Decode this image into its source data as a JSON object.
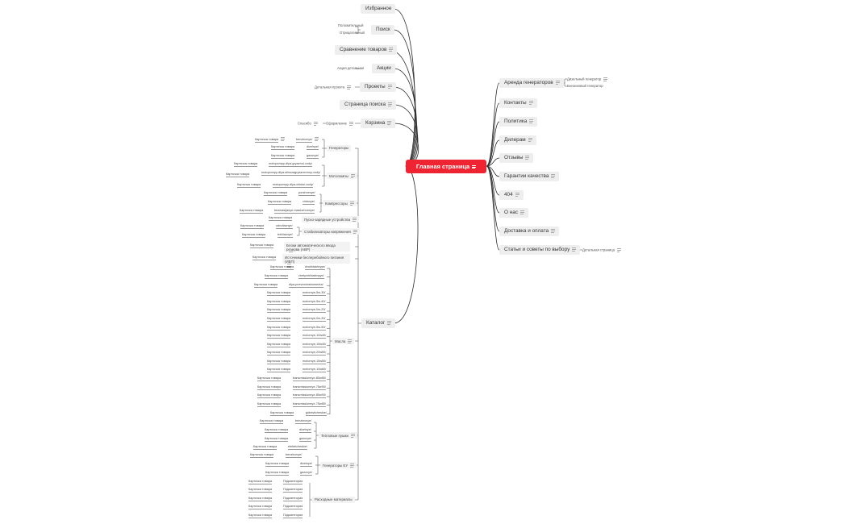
{
  "root": {
    "label": "Главная страница"
  },
  "left_nodes": {
    "favorites": "Избранное",
    "search": "Поиск",
    "search_positive": "Положительный",
    "search_negative": "Отрицательный",
    "compare": "Сравнение товаров",
    "promo": "Акции",
    "promo_detail": "Акция детальная",
    "projects": "Проекты",
    "projects_detail": "Детальная проекта",
    "search_page": "Страница поиска",
    "cart": "Корзина",
    "cart_checkout": "Оформление",
    "cart_thanks": "Спасибо",
    "catalog": "Каталог"
  },
  "right_nodes": {
    "rental": "Аренда генераторов",
    "rental_diesel": "Дизельный генератор",
    "rental_gas": "Бензиновый генератор",
    "contacts": "Контакты",
    "policy": "Политика",
    "dealers": "Дилерам",
    "reviews": "Отзывы",
    "quality": "Гарантии качества",
    "notfound": "404",
    "about": "О нас",
    "delivery": "Доставка и оплата",
    "articles": "Статьи и советы по выбору",
    "articles_detail": "Детальная страница"
  },
  "catalog": {
    "card_label": "Карточка товара",
    "groups": [
      {
        "name": "Генераторы",
        "items": [
          "benzinovye/",
          "dizelnye/",
          "gazovye/"
        ]
      },
      {
        "name": "Мотопомпы",
        "items": [
          "motopompy-dlya-gryaznoi-vody/",
          "motopompy-dlya-silnozagryaznennoy-vody/",
          "motopompy-dlya-chistoi-vody/"
        ]
      },
      {
        "name": "Компрессоры",
        "items": [
          "porshnevye/",
          "vintovye/",
          "bezmasljanye-maslozhunnye/"
        ]
      },
      {
        "name": "Пуско-зарядные устройства",
        "items": []
      },
      {
        "name": "Стабилизаторы напряжения",
        "items": [
          "odnofaznye/",
          "trehfaznye/"
        ]
      },
      {
        "name": "Блоки автоматического ввода резерва (АВР)",
        "items": []
      },
      {
        "name": "Источники бесперебойного питания (ИБП)",
        "items": []
      },
      {
        "name": "Масла",
        "items": [
          "dvukhtaktnyye/",
          "chetyrekhtaktnyye/",
          "dlya-pnevmoinstrumenta/",
          "motornye-5w-30/",
          "motornye-5w-40/",
          "motornye-0w-20/",
          "motornye-0w-30/",
          "motornye-5w-50/",
          "motornye-10w40/",
          "motornye-15w40/",
          "motornye-20w50/",
          "motornye-15w50/",
          "motornye-10w60/",
          "transmissionnye-80w85/",
          "transmissionnye-75w90/",
          "transmissionnye-80w90/",
          "transmissionnye-75w85/",
          "gidravlicheskie/"
        ]
      },
      {
        "name": "Тепловые пушки",
        "items": [
          "benzinovye/",
          "dizelnye/",
          "gazovye/",
          "elektricheskie/"
        ]
      },
      {
        "name": "Генераторы ЕУ",
        "items": [
          "benzinovye/",
          "dizelnye/",
          "gazovye/"
        ]
      },
      {
        "name": "Расходные материалы",
        "items": [
          "Подкатегория",
          "Подкатегория",
          "Подкатегория",
          "Подкатегория",
          "Подкатегория"
        ]
      }
    ]
  }
}
